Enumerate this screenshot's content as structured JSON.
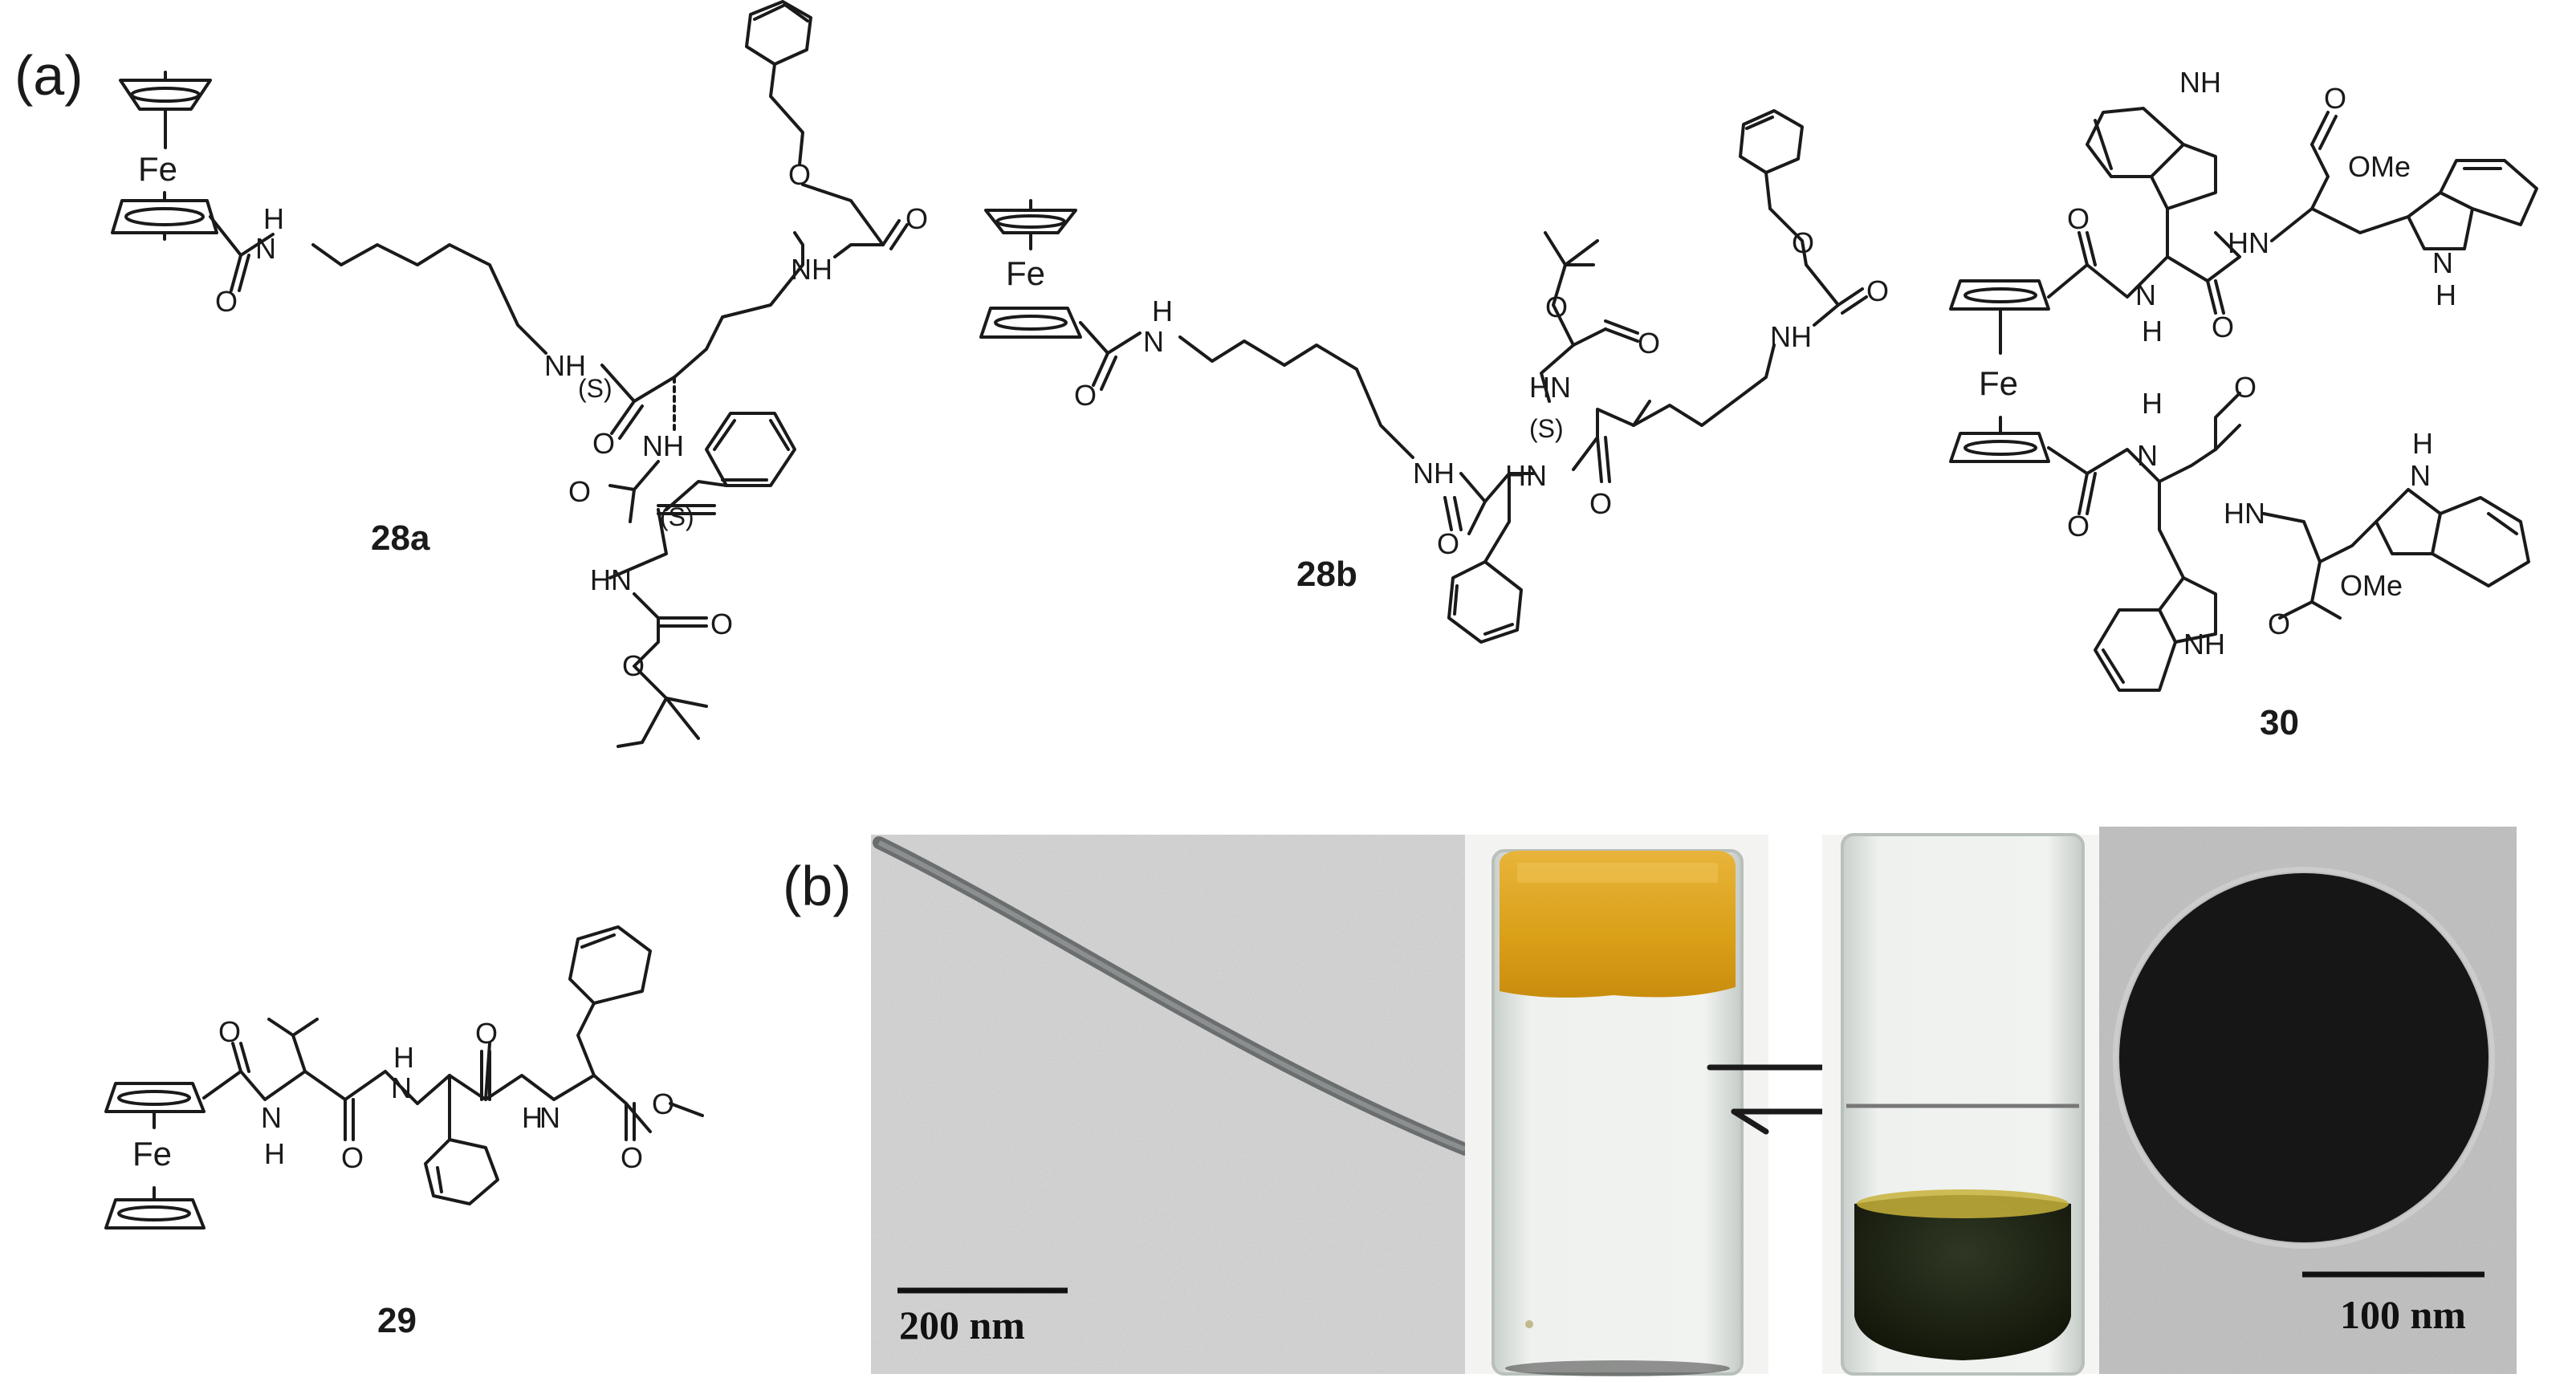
{
  "panels": {
    "a": "(a)",
    "b": "(b)"
  },
  "compounds": {
    "c28a": "28a",
    "c28b": "28b",
    "c29": "29",
    "c30": "30"
  },
  "atoms": {
    "fe": "Fe",
    "nh": "NH",
    "hn": "HN",
    "n": "N",
    "h": "H",
    "o": "O",
    "s": "(S)",
    "ome": "OMe"
  },
  "scale_bars": {
    "left": "200 nm",
    "right": "100 nm"
  },
  "colors": {
    "gel": "#d9a21e",
    "solution": "#1e2418",
    "tem_background": "#d2d2d2"
  }
}
